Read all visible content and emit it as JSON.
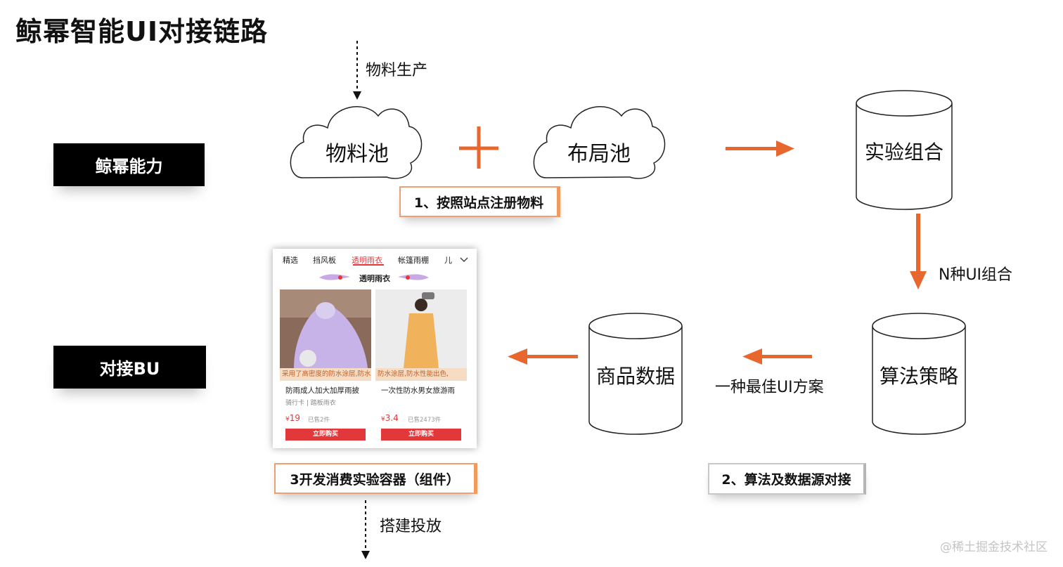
{
  "title": "鲸幂智能UI对接链路",
  "rows": {
    "capability": "鲸幂能力",
    "integration": "对接BU"
  },
  "annotations": {
    "material_production": "物料生产",
    "n_ui_combos": "N种UI组合",
    "best_ui": "一种最佳UI方案",
    "deploy": "搭建投放"
  },
  "clouds": {
    "material_pool": "物料池",
    "layout_pool": "布局池"
  },
  "databases": {
    "experiment": "实验组合",
    "algorithm": "算法策略",
    "product_data": "商品数据"
  },
  "steps": {
    "step1": "1、按照站点注册物料",
    "step2": "2、算法及数据源对接",
    "step3": "3开发消费实验容器（组件）"
  },
  "phone": {
    "tabs": [
      "精选",
      "挡风板",
      "透明雨衣",
      "帐篷雨棚",
      "儿"
    ],
    "active_tab": 2,
    "section_title": "透明雨衣",
    "cards": [
      {
        "band": "采用了高密度的防水涂层,防水",
        "name": "防雨成人加大加厚雨披",
        "tag": "骑行卡 | 踏板雨衣",
        "price_prefix": "¥",
        "price": "19",
        "sold": "已售2件",
        "button": "立即购买"
      },
      {
        "band": "防水涂层,防水性能出色,",
        "name": "一次性防水男女旅游雨",
        "tag": "",
        "price_prefix": "¥",
        "price": "3.4",
        "sold": "已售2473件",
        "button": "立即购买"
      }
    ]
  },
  "watermark": "@稀土掘金技术社区",
  "colors": {
    "accent_orange": "#e8672f",
    "red": "#e2383c",
    "black": "#000000"
  }
}
